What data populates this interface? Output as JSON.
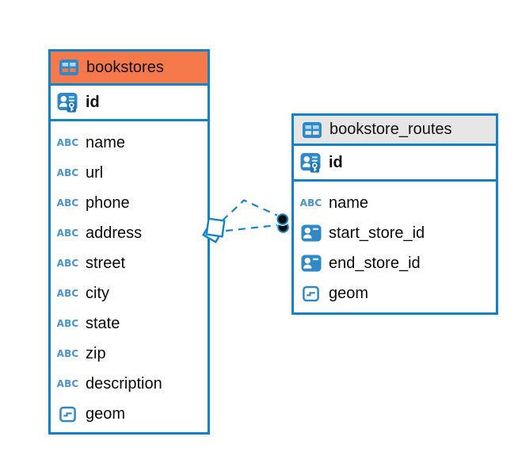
{
  "diagram": {
    "tables": [
      {
        "title": "bookstores",
        "columns": [
          {
            "label": "id",
            "type": "primary-key"
          },
          {
            "label": "name",
            "type": "text"
          },
          {
            "label": "url",
            "type": "text"
          },
          {
            "label": "phone",
            "type": "text"
          },
          {
            "label": "address",
            "type": "text"
          },
          {
            "label": "street",
            "type": "text"
          },
          {
            "label": "city",
            "type": "text"
          },
          {
            "label": "state",
            "type": "text"
          },
          {
            "label": "zip",
            "type": "text"
          },
          {
            "label": "description",
            "type": "text"
          },
          {
            "label": "geom",
            "type": "geometry"
          }
        ]
      },
      {
        "title": "bookstore_routes",
        "columns": [
          {
            "label": "id",
            "type": "primary-key"
          },
          {
            "label": "name",
            "type": "text"
          },
          {
            "label": "start_store_id",
            "type": "reference"
          },
          {
            "label": "end_store_id",
            "type": "reference"
          },
          {
            "label": "geom",
            "type": "geometry"
          }
        ]
      }
    ],
    "icons": {
      "text_type_glyph": "ABC"
    },
    "colors": {
      "accent_blue": "#1283C6",
      "header_orange": "#F5794B",
      "header_gray": "#E6E6E6",
      "connector_dot_fill": "#0a0a0a"
    }
  }
}
